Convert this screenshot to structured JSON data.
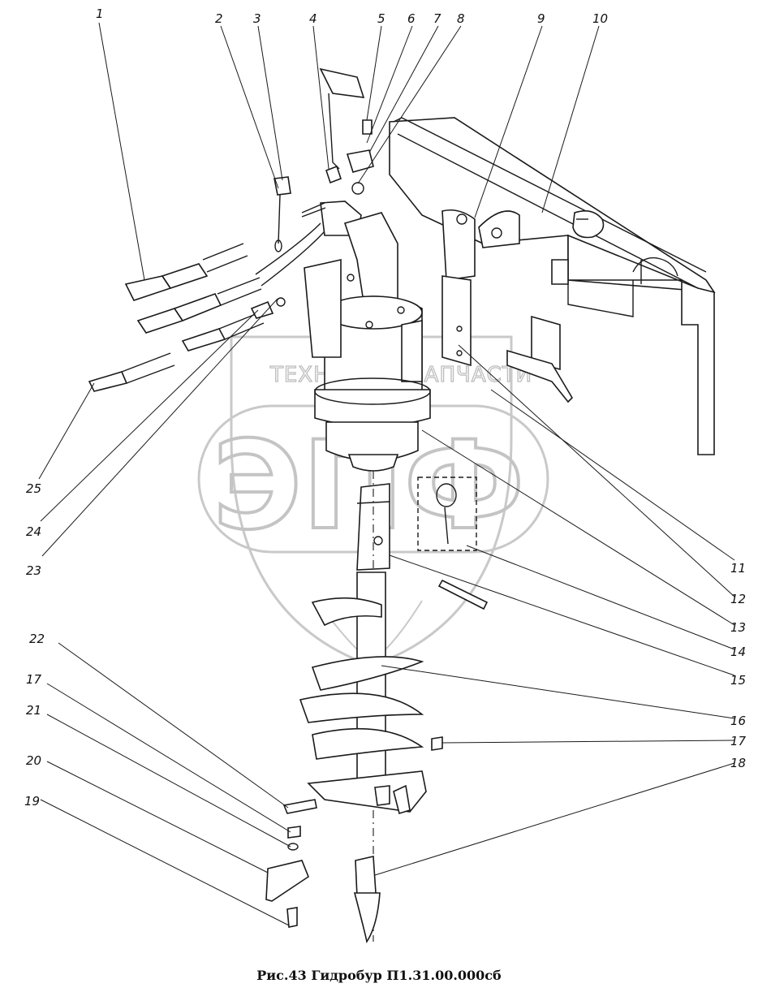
{
  "figure": {
    "caption": "Рис.43  Гидробур П1.31.00.000сб"
  },
  "watermark": {
    "line1_left": "ТЕХНИКА",
    "line1_right": "ЗАПЧАСТИ",
    "monogram": "ЭПФ"
  },
  "callouts": [
    {
      "id": "c1",
      "label": "1"
    },
    {
      "id": "c2",
      "label": "2"
    },
    {
      "id": "c3",
      "label": "3"
    },
    {
      "id": "c4",
      "label": "4"
    },
    {
      "id": "c5",
      "label": "5"
    },
    {
      "id": "c6",
      "label": "6"
    },
    {
      "id": "c7",
      "label": "7"
    },
    {
      "id": "c8",
      "label": "8"
    },
    {
      "id": "c9",
      "label": "9"
    },
    {
      "id": "c10",
      "label": "10"
    },
    {
      "id": "c11",
      "label": "11"
    },
    {
      "id": "c12",
      "label": "12"
    },
    {
      "id": "c13",
      "label": "13"
    },
    {
      "id": "c14",
      "label": "14"
    },
    {
      "id": "c15",
      "label": "15"
    },
    {
      "id": "c16",
      "label": "16"
    },
    {
      "id": "c17a",
      "label": "17"
    },
    {
      "id": "c18",
      "label": "18"
    },
    {
      "id": "c19",
      "label": "19"
    },
    {
      "id": "c20",
      "label": "20"
    },
    {
      "id": "c21",
      "label": "21"
    },
    {
      "id": "c17b",
      "label": "17"
    },
    {
      "id": "c22",
      "label": "22"
    },
    {
      "id": "c23",
      "label": "23"
    },
    {
      "id": "c24",
      "label": "24"
    },
    {
      "id": "c25",
      "label": "25"
    }
  ]
}
